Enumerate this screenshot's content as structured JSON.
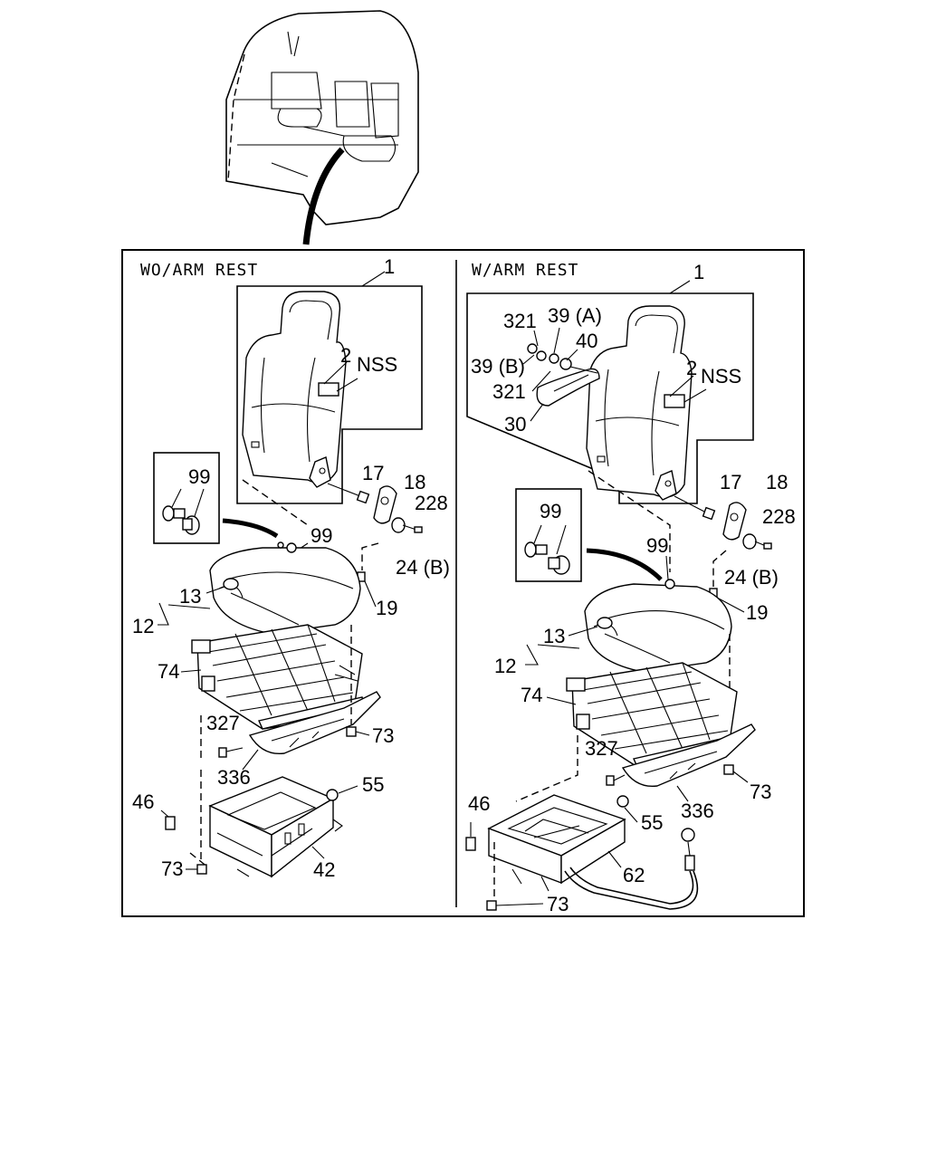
{
  "panels": {
    "left": {
      "title": "WO/ARM REST",
      "callouts": {
        "c1": "1",
        "c2": "2",
        "nss": "NSS",
        "c99_inset": "99",
        "c99": "99",
        "c17": "17",
        "c18": "18",
        "c228": "228",
        "c24b": "24 (B)",
        "c19": "19",
        "c13": "13",
        "c12": "12",
        "c74": "74",
        "c327": "327",
        "c73a": "73",
        "c336": "336",
        "c55": "55",
        "c46": "46",
        "c73b": "73",
        "c42": "42"
      }
    },
    "right": {
      "title": "W/ARM REST",
      "callouts": {
        "c1": "1",
        "c321a": "321",
        "c39a": "39 (A)",
        "c40": "40",
        "c39b": "39 (B)",
        "c2": "2",
        "c321b": "321",
        "nss": "NSS",
        "c30": "30",
        "c17": "17",
        "c18": "18",
        "c228": "228",
        "c99_inset": "99",
        "c99": "99",
        "c24b": "24 (B)",
        "c19": "19",
        "c13": "13",
        "c12": "12",
        "c74": "74",
        "c327": "327",
        "c73a": "73",
        "c336": "336",
        "c46": "46",
        "c55": "55",
        "c62": "62",
        "c73b": "73"
      }
    }
  }
}
